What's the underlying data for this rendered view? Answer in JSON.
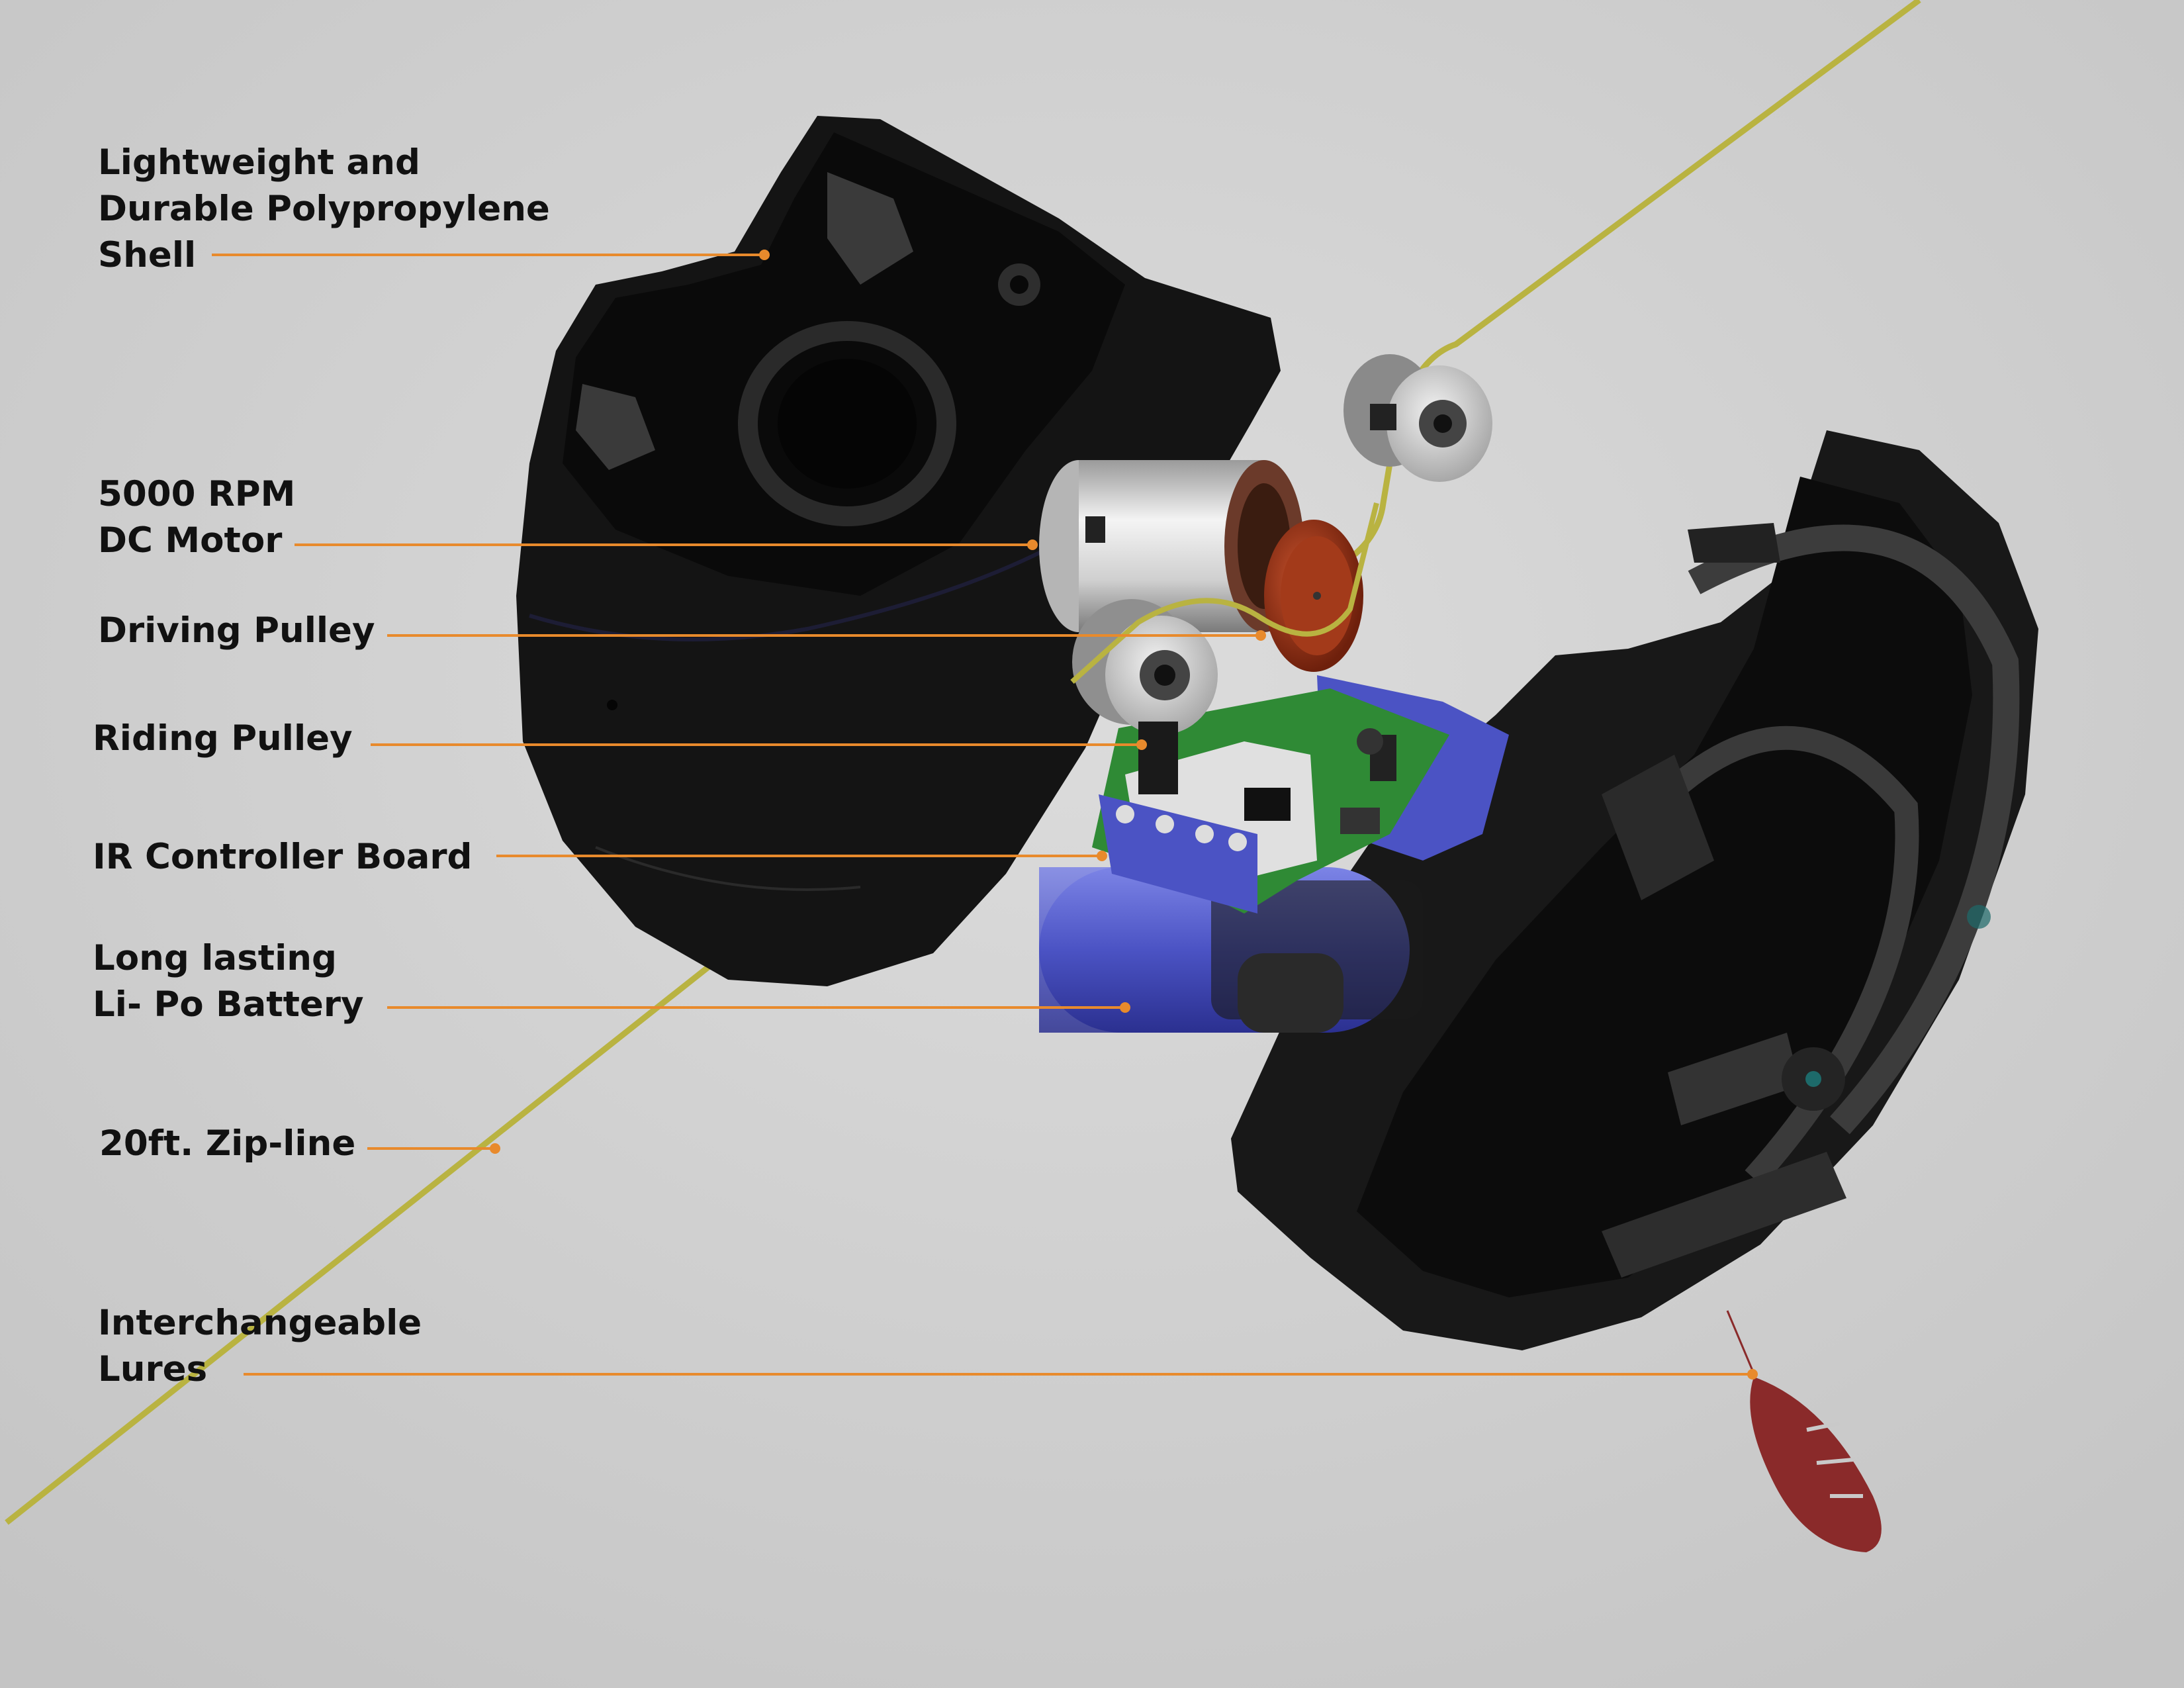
{
  "colors": {
    "background": "#cfcfcf",
    "leader": "#e88a2c",
    "shell": "#141414",
    "zipline": "#b9b341",
    "battery": "#4b53c4",
    "pcb": "#2f8a35",
    "motor": "#d8d8d8",
    "drive_pulley": "#9d3216",
    "lure": "#8a2a2a",
    "text": "#111111"
  },
  "callouts": [
    {
      "id": "shell",
      "lines": [
        "Lightweight and",
        "Durable Polypropylene",
        "Shell"
      ]
    },
    {
      "id": "motor",
      "lines": [
        "5000 RPM",
        "DC Motor"
      ]
    },
    {
      "id": "driving-pulley",
      "lines": [
        "Driving Pulley"
      ]
    },
    {
      "id": "riding-pulley",
      "lines": [
        "Riding Pulley"
      ]
    },
    {
      "id": "ir-board",
      "lines": [
        "IR Controller Board"
      ]
    },
    {
      "id": "battery",
      "lines": [
        "Long lasting",
        "Li- Po Battery"
      ]
    },
    {
      "id": "zipline",
      "lines": [
        "20ft. Zip-line"
      ]
    },
    {
      "id": "lures",
      "lines": [
        "Interchangeable",
        "Lures"
      ]
    }
  ]
}
